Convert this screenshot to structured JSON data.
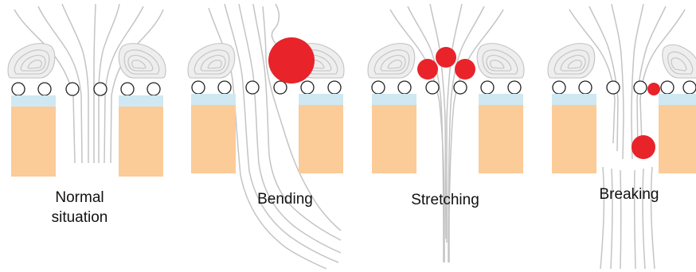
{
  "panels": [
    {
      "label_lines": [
        "Normal",
        "situation"
      ]
    },
    {
      "label_lines": [
        "Bending"
      ]
    },
    {
      "label_lines": [
        "Stretching"
      ]
    },
    {
      "label_lines": [
        "Breaking"
      ]
    }
  ],
  "colors": {
    "drop": "#e8232a",
    "clay": "#fbcb98",
    "wet_band": "#cfe8f1",
    "streamline": "#c4c4c4",
    "fiber_outline": "#222222"
  },
  "icons": [
    "droplet-icon",
    "fiber-circle-icon",
    "vortex-icon"
  ]
}
